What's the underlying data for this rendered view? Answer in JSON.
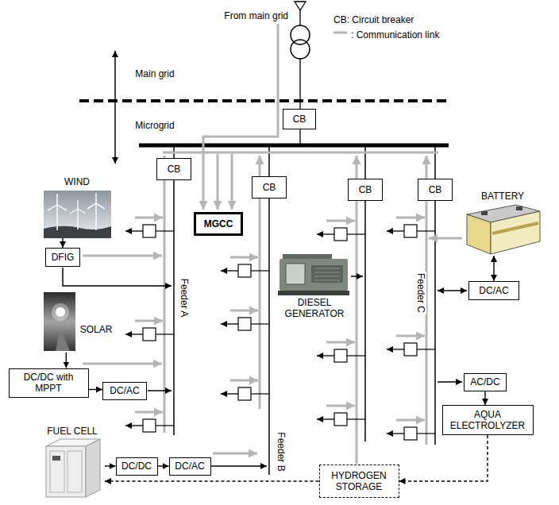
{
  "diagram": {
    "nodes": [
      {
        "text": [
          "CB"
        ]
      },
      {
        "text": [
          "CB"
        ]
      },
      {
        "text": [
          "CB"
        ]
      },
      {
        "text": [
          "CB"
        ]
      },
      {
        "text": [
          "CB"
        ]
      },
      {
        "text": [
          "MGCC"
        ]
      },
      {
        "text": [
          "WIND"
        ]
      },
      {
        "text": [
          "DFIG"
        ]
      },
      {
        "text": [
          "SOLAR"
        ]
      },
      {
        "text": [
          "DC/DC with MPPT"
        ]
      },
      {
        "text": [
          "DC/AC"
        ]
      },
      {
        "text": [
          "DIESEL GENERATOR"
        ]
      },
      {
        "text": [
          "BATTERY"
        ]
      },
      {
        "text": [
          "DC/AC"
        ]
      },
      {
        "text": [
          "AC/DC"
        ]
      },
      {
        "text": [
          "AQUA ELECTROLYZER"
        ]
      },
      {
        "text": [
          "FUEL CELL"
        ]
      },
      {
        "text": [
          "DC/DC"
        ]
      },
      {
        "text": [
          "DC/AC"
        ]
      },
      {
        "text": [
          "HYDROGEN STORAGE"
        ]
      }
    ],
    "edges": [
      {
        "from": 6,
        "to": 7,
        "arrow": "to"
      },
      {
        "from": 8,
        "to": 9,
        "arrow": "to"
      },
      {
        "from": 9,
        "to": 10,
        "arrow": "to"
      },
      {
        "from": 16,
        "to": 17,
        "arrow": "to"
      },
      {
        "from": 17,
        "to": 18,
        "arrow": "to"
      },
      {
        "from": 12,
        "to": 13,
        "arrow": "both"
      },
      {
        "from": 14,
        "to": 15,
        "arrow": "to"
      },
      {
        "from": 15,
        "to": 19,
        "arrow": "to"
      },
      {
        "from": 19,
        "to": 16,
        "arrow": "to"
      }
    ],
    "labels": [
      "From main grid",
      "Main grid",
      "Microgrid",
      "Feeder A",
      "Feeder B",
      "Feeder C"
    ],
    "legend": [
      {
        "text": "CB: Circuit breaker"
      },
      {
        "text": ": Communication link"
      }
    ]
  }
}
